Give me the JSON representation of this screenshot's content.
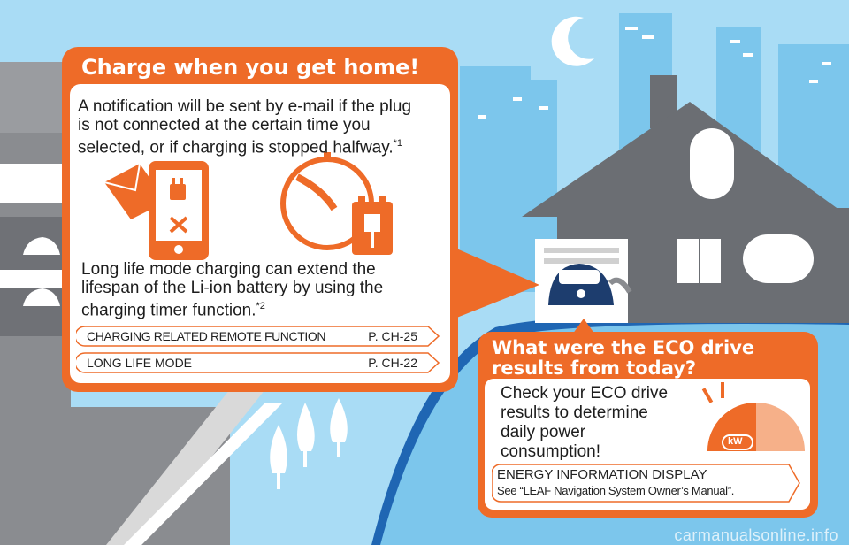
{
  "card1": {
    "title": "Charge when you get home!",
    "para1_lines": [
      "A notification  will be sent by e-mail if the plug",
      "is not connected at the certain time you",
      "selected, or if charging is stopped halfway."
    ],
    "para1_note": "*1",
    "para2_lines": [
      "Long life mode charging  can extend the",
      "lifespan of the Li-ion battery by using the",
      "charging timer function."
    ],
    "para2_note": "*2",
    "refs": [
      {
        "label": "CHARGING RELATED REMOTE FUNCTION",
        "page": "P. CH-25"
      },
      {
        "label": "LONG LIFE MODE",
        "page": "P. CH-22"
      }
    ]
  },
  "card2": {
    "title_lines": [
      "What were the ECO drive",
      "results from today?"
    ],
    "body_lines": [
      "Check your ECO drive",
      "results to determine",
      "daily power",
      "consumption!"
    ],
    "gauge_label": "kW",
    "ref_title": "ENERGY INFORMATION DISPLAY",
    "ref_sub": "See “LEAF Navigation System Owner’s Manual”."
  },
  "icons": [
    "moon-icon",
    "envelope-icon",
    "smartphone-plug-icon",
    "timer-icon",
    "battery-icon",
    "car-icon",
    "kw-gauge-icon"
  ],
  "colors": {
    "sky": "#a9dcf5",
    "city": "#7cc6ec",
    "orange": "#ee6b28",
    "road": "#1f66b3",
    "house": "#6b6e73"
  },
  "watermark": "carmanualsonline.info"
}
